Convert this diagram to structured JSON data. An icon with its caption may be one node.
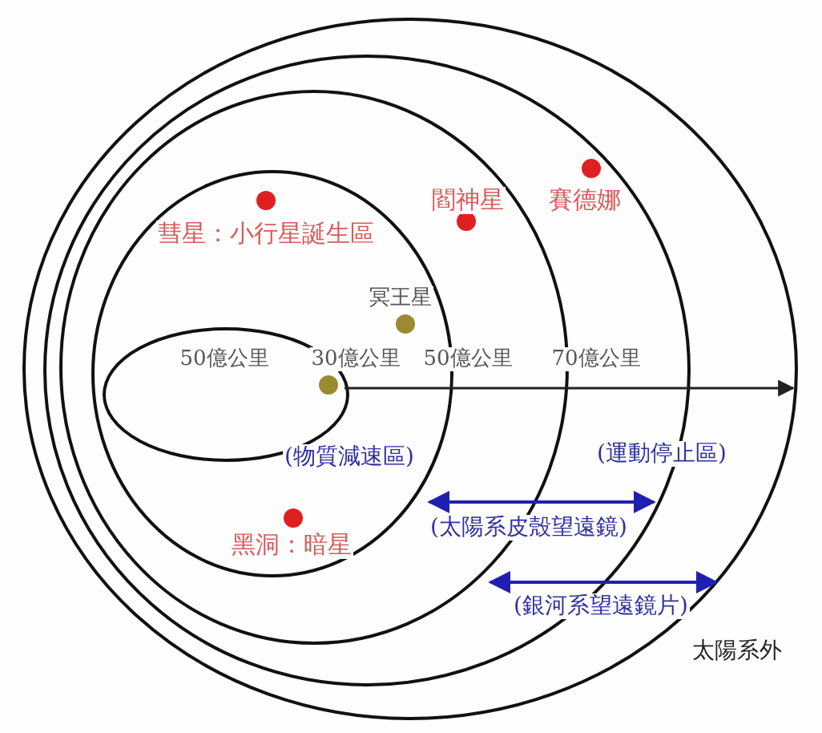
{
  "diagram": {
    "labels": [
      "彗星：小行星誕生區",
      "閻神星",
      "賽德娜",
      "冥王星",
      "50億公里",
      "30億公里",
      "50億公里",
      "70億公里",
      "(物質減速區)",
      "(運動停止區)",
      "(太陽系皮殼望遠鏡)",
      "黑洞：暗星",
      "(銀河系望遠鏡片)",
      "太陽系外"
    ]
  }
}
